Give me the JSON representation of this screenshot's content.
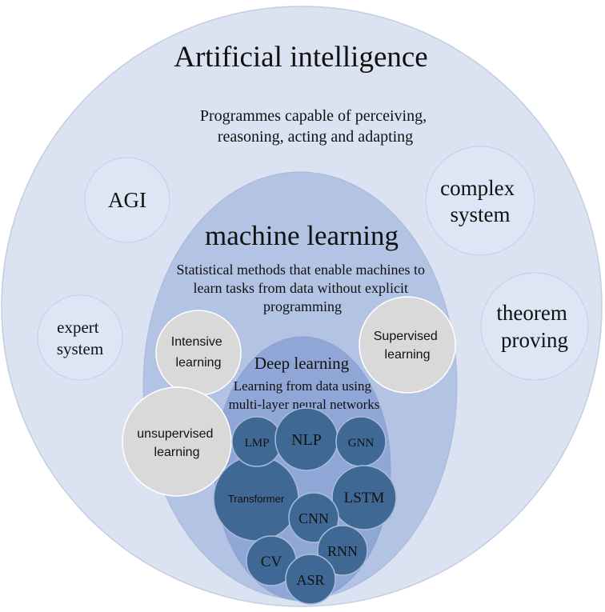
{
  "ai": {
    "title": "Artificial intelligence",
    "desc": [
      "Programmes capable of perceiving,",
      "reasoning, acting and adapting"
    ],
    "bubbles": {
      "agi": [
        "AGI"
      ],
      "complex": [
        "complex",
        "system"
      ],
      "expert": [
        "expert",
        "system"
      ],
      "theorem": [
        "theorem",
        "proving"
      ]
    }
  },
  "ml": {
    "title": "machine learning",
    "desc": [
      "Statistical methods that enable machines to",
      "learn tasks from data without explicit",
      "programming"
    ],
    "bubbles": {
      "intensive": [
        "Intensive",
        "learning"
      ],
      "supervised": [
        "Supervised",
        "learning"
      ],
      "unsupervised": [
        "unsupervised",
        "learning"
      ]
    }
  },
  "dl": {
    "title": "Deep learning",
    "desc": [
      "Learning from data using",
      "multi-layer neural networks"
    ],
    "nodes": {
      "lmp": "LMP",
      "nlp": "NLP",
      "gnn": "GNN",
      "transformer": "Transformer",
      "lstm": "LSTM",
      "cnn": "CNN",
      "rnn": "RNN",
      "cv": "CV",
      "asr": "ASR"
    }
  },
  "colors": {
    "ai_fill": "#dbe3f2",
    "ml_fill": "#b3c3e4",
    "dl_fill": "#90a6d6",
    "bubble_fill": "#dce6f4",
    "grey_bubble": "#d9d9d9",
    "node_fill": "#3f6895"
  }
}
